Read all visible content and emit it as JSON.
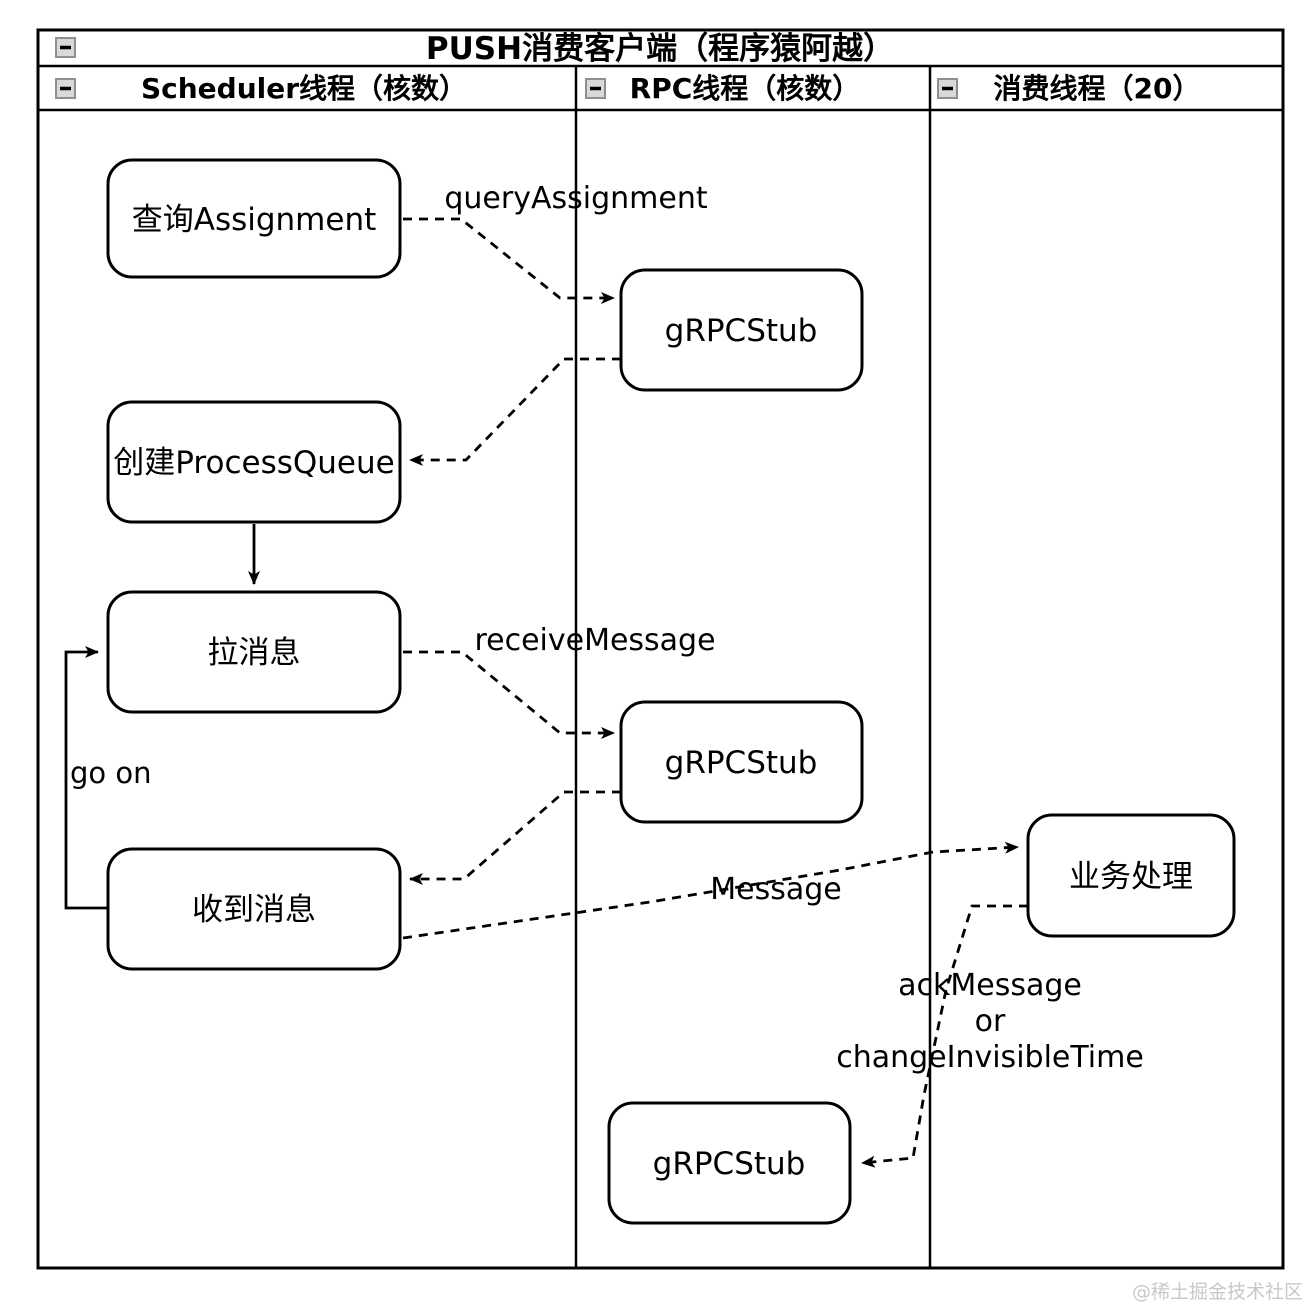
{
  "title": "PUSH消费客户端（程序猿阿越）",
  "lanes": [
    {
      "label": "Scheduler线程（核数）"
    },
    {
      "label": "RPC线程（核数）"
    },
    {
      "label": "消费线程（20）"
    }
  ],
  "nodes": {
    "query_assignment": "查询Assignment",
    "grpc_stub_1": "gRPCStub",
    "create_process_queue": "创建ProcessQueue",
    "pull_message": "拉消息",
    "grpc_stub_2": "gRPCStub",
    "received_message": "收到消息",
    "business_process": "业务处理",
    "grpc_stub_3": "gRPCStub"
  },
  "edge_labels": {
    "query_assignment": "queryAssignment",
    "receive_message": "receiveMessage",
    "message": "Message",
    "go_on": "go on",
    "ack_line1": "ackMessage",
    "ack_line2": "or",
    "ack_line3": "changeInvisibleTime"
  },
  "watermark": "@稀土掘金技术社区",
  "colors": {
    "line": "#000000",
    "background": "#ffffff",
    "collapse_icon_fill": "#d9d9d9",
    "watermark": "#c8c8c8"
  }
}
